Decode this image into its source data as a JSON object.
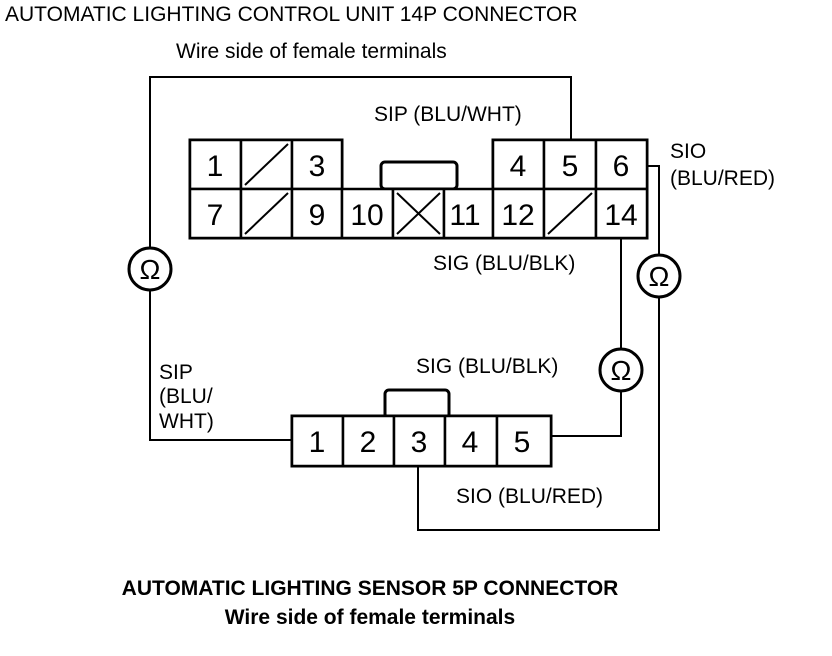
{
  "top_connector": {
    "title": "AUTOMATIC LIGHTING CONTROL UNIT 14P CONNECTOR",
    "subtitle": "Wire side of female terminals",
    "pins": {
      "p1": "1",
      "p3": "3",
      "p4": "4",
      "p5": "5",
      "p6": "6",
      "p7": "7",
      "p9": "9",
      "p10": "10",
      "p11": "11",
      "p12": "12",
      "p14": "14"
    }
  },
  "bottom_connector": {
    "title": "AUTOMATIC LIGHTING SENSOR 5P CONNECTOR",
    "subtitle": "Wire side of female terminals",
    "pins": {
      "p1": "1",
      "p2": "2",
      "p3": "3",
      "p4": "4",
      "p5": "5"
    }
  },
  "labels": {
    "sip_top": "SIP (BLU/WHT)",
    "sio_top_1": "SIO",
    "sio_top_2": "(BLU/RED)",
    "sig_top": "SIG (BLU/BLK)",
    "sig_mid": "SIG (BLU/BLK)",
    "sip_left_1": "SIP",
    "sip_left_2": "(BLU/",
    "sip_left_3": "WHT)",
    "sio_bottom": "SIO (BLU/RED)"
  },
  "meters": {
    "symbol": "Ω",
    "icon": "ohmmeter-icon"
  }
}
